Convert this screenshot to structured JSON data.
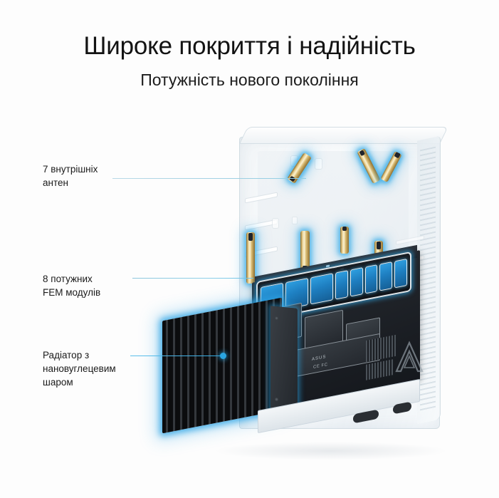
{
  "heading": {
    "title": "Широке покриття і надійність",
    "subtitle": "Потужність нового покоління"
  },
  "callouts": [
    {
      "id": "antennas",
      "text": "7 внутрішніх\nантен"
    },
    {
      "id": "fem-modules",
      "text": "8 потужних\nFEM модулів"
    },
    {
      "id": "heatsink",
      "text": "Радіатор з\nнановуглецевим\nшаром"
    }
  ],
  "product": {
    "brand": "ASUS",
    "certifications": "CE FC",
    "accent_color": "#2aa6e2",
    "leader_line_color": "#8fcfe6",
    "glow_color": "#34ace6",
    "antenna_color": "#e8cf8e",
    "heatsink_color": "#0b0c0e",
    "pcb_color": "#1a1e24",
    "shell_color": "#f3f6f8"
  },
  "background_color": "#fdfdfd"
}
